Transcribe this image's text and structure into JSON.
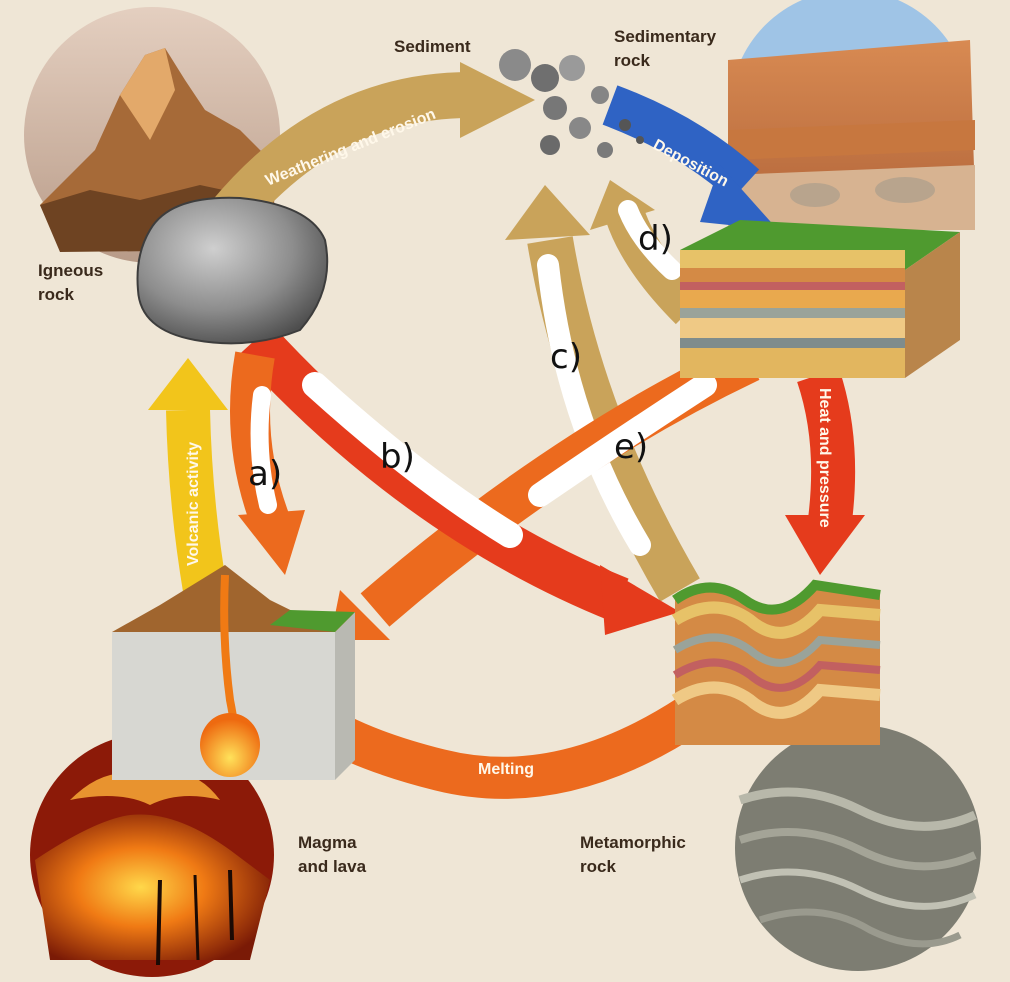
{
  "labels": {
    "igneous_line1": "Igneous",
    "igneous_line2": "rock",
    "sediment": "Sediment",
    "sedimentary_line1": "Sedimentary",
    "sedimentary_line2": "rock",
    "magma_line1": "Magma",
    "magma_line2": "and lava",
    "metamorphic_line1": "Metamorphic",
    "metamorphic_line2": "rock"
  },
  "arrows": {
    "weathering": "Weathering and erosion",
    "deposition": "Deposition",
    "heat_pressure": "Heat and pressure",
    "melting": "Melting",
    "volcanic": "Volcanic activity"
  },
  "blanks": {
    "a": "a)",
    "b": "b)",
    "c": "c)",
    "d": "d)",
    "e": "e)"
  },
  "colors": {
    "background": "#efe6d6",
    "tan_arrow": "#c9a35a",
    "orange_arrow": "#ec6a1e",
    "red_arrow": "#e53b1c",
    "blue_arrow": "#2f63c4",
    "yellow_arrow": "#f2c51b"
  }
}
